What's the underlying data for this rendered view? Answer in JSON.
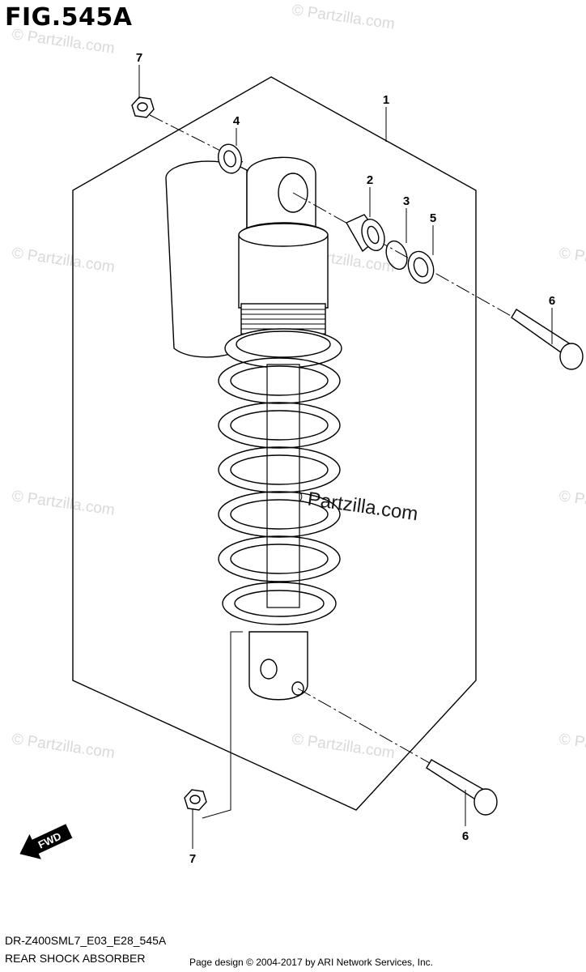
{
  "figure": {
    "title": "FIG.545A",
    "code": "DR-Z400SML7_E03_E28_545A",
    "name": "REAR SHOCK ABSORBER",
    "credit": "Page design © 2004-2017 by ARI Network Services, Inc."
  },
  "watermark": {
    "text": "© Partzilla.com",
    "center_text": "© Partzilla.com"
  },
  "direction_label": "FWD",
  "callouts": [
    {
      "id": "1",
      "part": "shock-absorber-assembly"
    },
    {
      "id": "2",
      "part": "bushing"
    },
    {
      "id": "3",
      "part": "circlip"
    },
    {
      "id": "4",
      "part": "washer-upper"
    },
    {
      "id": "5",
      "part": "washer"
    },
    {
      "id": "6",
      "part": "bolt-upper"
    },
    {
      "id": "6",
      "part": "bolt-lower"
    },
    {
      "id": "7",
      "part": "nut-upper"
    },
    {
      "id": "7",
      "part": "nut-lower"
    }
  ]
}
